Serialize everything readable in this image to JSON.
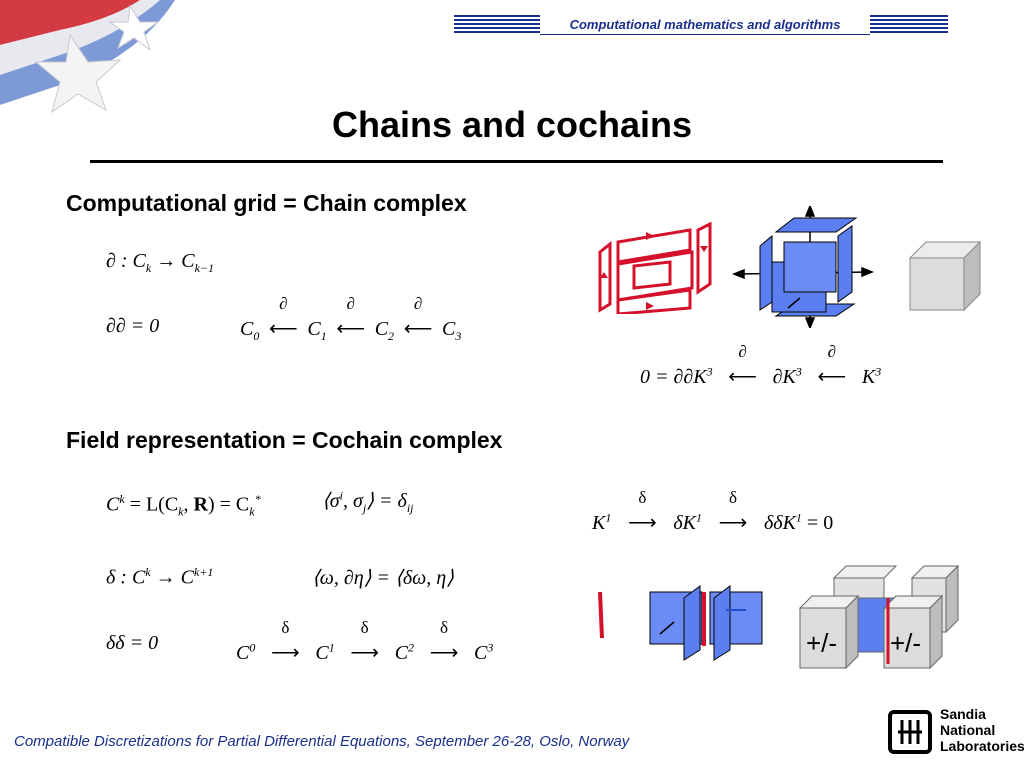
{
  "header": {
    "label": "Computational mathematics and algorithms"
  },
  "title": "Chains and cochains",
  "sections": {
    "chain": "Computational grid = Chain complex",
    "cochain": "Field representation = Cochain complex"
  },
  "chain_eqs": {
    "boundary_map": "∂ : C",
    "bm_k": "k",
    "bm_arrow": "→",
    "bm_c": "C",
    "bm_km1": "k−1",
    "dd_zero": "∂∂ = 0",
    "seq": {
      "c0": "C",
      "s0": "0",
      "c1": "C",
      "s1": "1",
      "c2": "C",
      "s2": "2",
      "c3": "C",
      "s3": "3",
      "d": "∂",
      "arr": "⟵"
    }
  },
  "cube_seq": {
    "zero": "0 = ∂∂K",
    "s1": "3",
    "d": "∂",
    "dk": "∂K",
    "s2": "3",
    "k": "K",
    "s3": "3",
    "arr": "⟵"
  },
  "cochain_eqs": {
    "def_lhs": "C",
    "def_sup": "k",
    "def_mid": " = L(C",
    "def_sub": "k",
    "def_r": ", ",
    "def_R": "R",
    "def_end": ") = C",
    "def_sub2": "k",
    "def_star": "*",
    "pair": "⟨σ",
    "pair_i": "i",
    "pair_mid": ", σ",
    "pair_j": "j",
    "pair_end": "⟩ = δ",
    "pair_ij": "ij",
    "cobd": "δ : C",
    "cobd_k": "k",
    "cobd_arrow": " → C",
    "cobd_kp1": "k+1",
    "adj": "⟨ω, ∂η⟩ = ⟨δω, η⟩",
    "dd_zero": "δδ = 0",
    "seq": {
      "c": "C",
      "s0": "0",
      "s1": "1",
      "s2": "2",
      "s3": "3",
      "d": "δ",
      "arr": "⟶"
    }
  },
  "k1_seq": {
    "k": "K",
    "s1": "1",
    "d": "δ",
    "dk": "δK",
    "s2": "1",
    "ddk": "δδK",
    "s3": "1",
    "zero": " = 0",
    "arr": "⟶"
  },
  "pm_labels": [
    "+/-",
    "+/-"
  ],
  "footer": "Compatible Discretizations for Partial Differential Equations, September 26-28, Oslo, Norway",
  "logo": {
    "line1": "Sandia",
    "line2": "National",
    "line3": "Laboratories"
  },
  "colors": {
    "navy": "#1a2f8a",
    "red": "#d4102a",
    "blue": "#5b7ff0",
    "gray": "#dcdcdc"
  }
}
